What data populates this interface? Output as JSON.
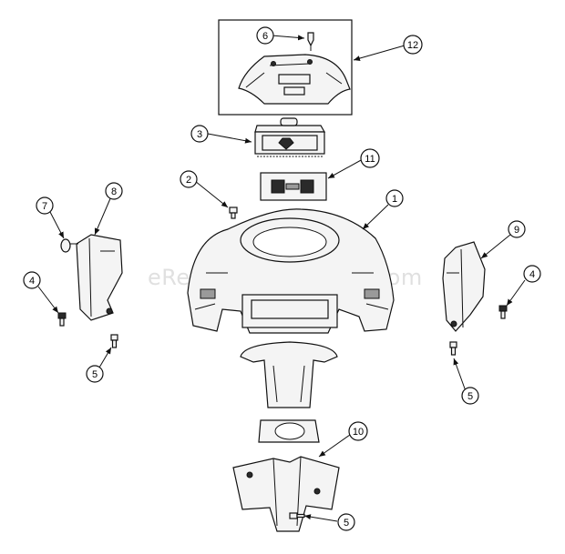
{
  "watermark": "eReplacementParts.com",
  "callouts": {
    "c1": "1",
    "c2": "2",
    "c3": "3",
    "c4a": "4",
    "c4b": "4",
    "c5a": "5",
    "c5b": "5",
    "c5c": "5",
    "c6": "6",
    "c7": "7",
    "c8": "8",
    "c9": "9",
    "c10": "10",
    "c11": "11",
    "c12": "12"
  }
}
